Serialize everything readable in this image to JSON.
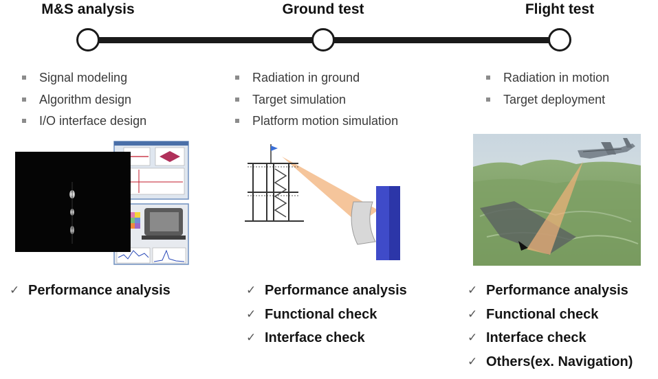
{
  "stages": [
    {
      "title": "M&S analysis",
      "bullets": [
        "Signal modeling",
        "Algorithm design",
        "I/O interface design"
      ],
      "checks": [
        "Performance analysis"
      ]
    },
    {
      "title": "Ground test",
      "bullets": [
        "Radiation in ground",
        "Target simulation",
        "Platform motion simulation"
      ],
      "checks": [
        "Performance analysis",
        "Functional check",
        "Interface check"
      ]
    },
    {
      "title": "Flight test",
      "bullets": [
        "Radiation in motion",
        "Target deployment"
      ],
      "checks": [
        "Performance analysis",
        "Functional check",
        "Interface check",
        "Others(ex. Navigation)"
      ]
    }
  ],
  "icons": {
    "bullet": "square-bullet-icon",
    "check": "checkmark-icon",
    "check_glyph": "✓"
  },
  "colors": {
    "timeline": "#1a1a1a",
    "beam": "#f2b27a",
    "target_block": "#3f4bc9",
    "bullet": "#8c8c8c"
  }
}
